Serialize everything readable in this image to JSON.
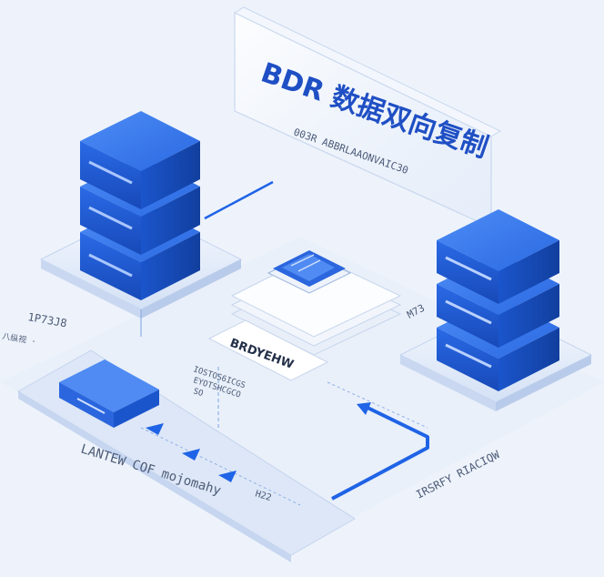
{
  "title": {
    "main": "BDR 数据双向复制",
    "subtitle": "003R ABBRLAAONVAIC30"
  },
  "labels": {
    "left_server_code": "1P73J8",
    "left_small_tag": "八纵视 ·",
    "right_server_code": "M73",
    "center_badge": "BRDYEHW",
    "center_note_1": "IOSTOS6ICGS",
    "center_note_2": "EYOTSHCGCO",
    "center_note_3": "SO",
    "bottom_left_caption": "LANTEW COF mojomahy",
    "bottom_tag": "H22",
    "bottom_right_caption": "IRSRFY RIACIQW"
  },
  "icons": {
    "left_server": "server-rack-icon",
    "right_server": "server-rack-icon",
    "center_device": "laptop-icon",
    "bottom_device": "switch-icon",
    "flow_arrows": "arrow-icon"
  },
  "colors": {
    "accent": "#1f63e6",
    "accent_dark": "#1548b5",
    "panel": "#dbe6f7",
    "background": "#eef3fb"
  }
}
